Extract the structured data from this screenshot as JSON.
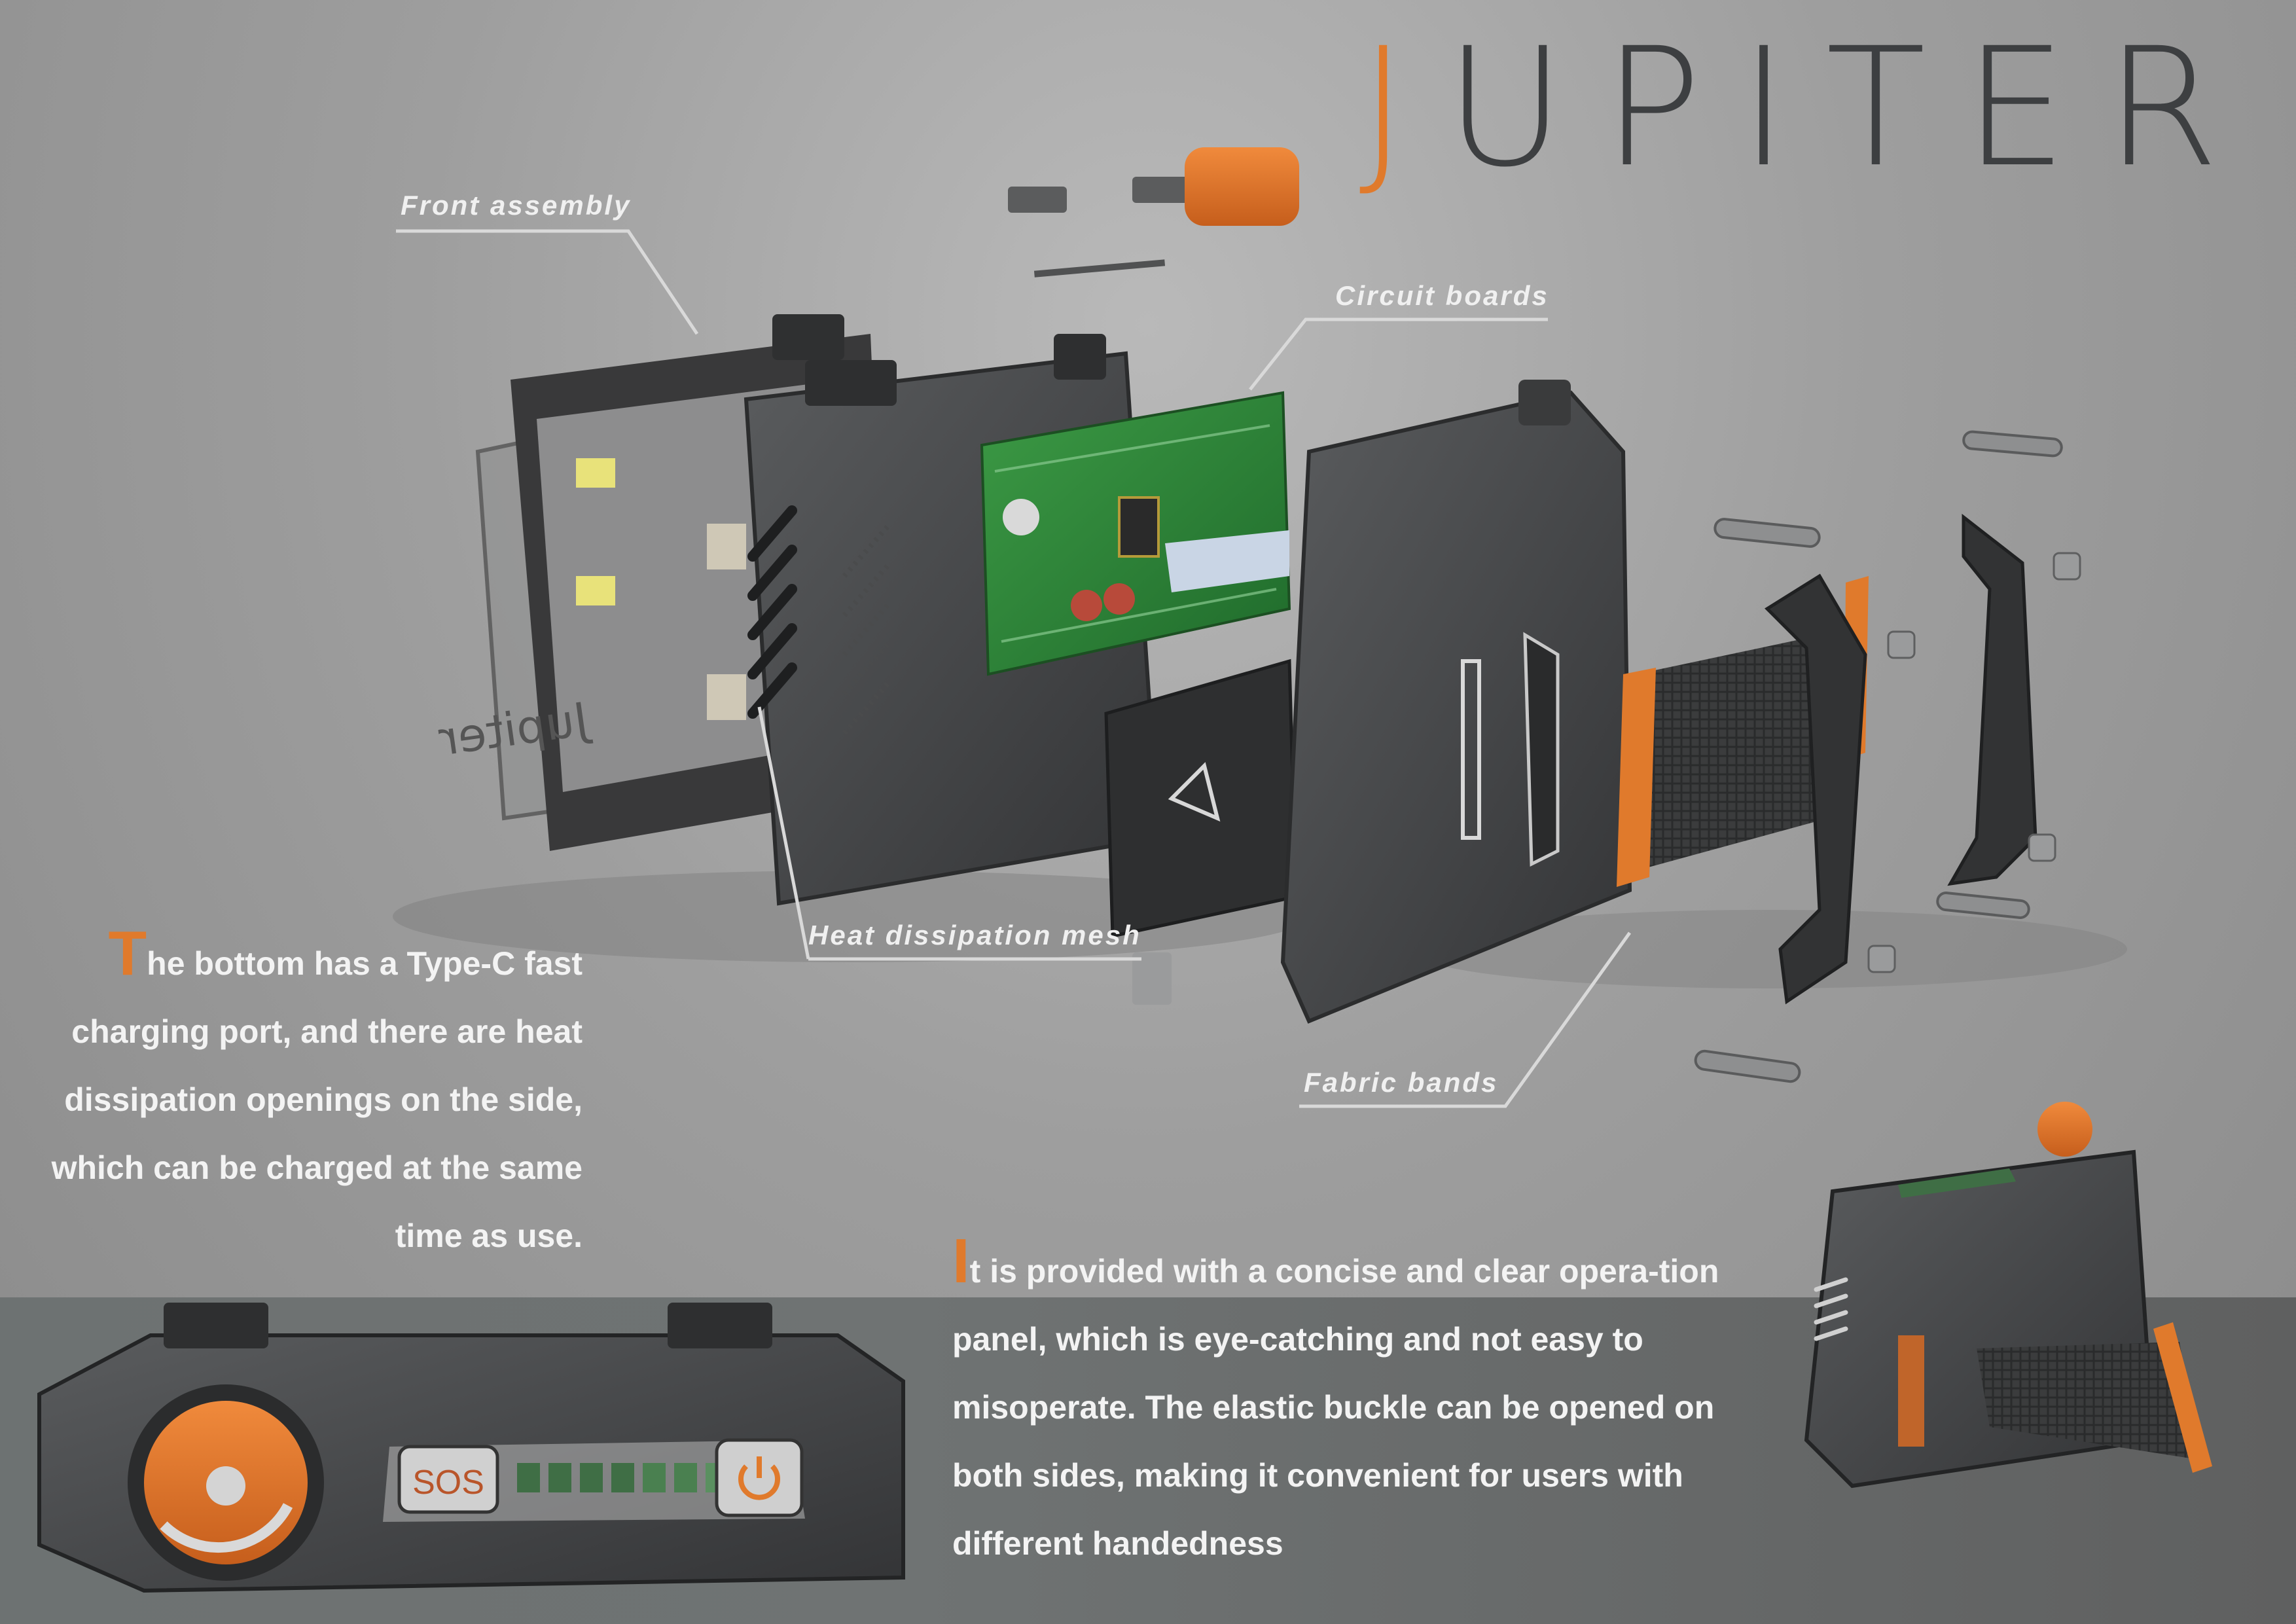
{
  "title": {
    "first_letter": "J",
    "rest": "UPITER"
  },
  "labels": {
    "front_assembly": "Front assembly",
    "circuit_boards": "Circuit boards",
    "heat_dissipation_mesh": "Heat dissipation mesh",
    "fabric_bands": "Fabric bands"
  },
  "paragraphs": {
    "left": {
      "initial": "T",
      "text": "he bottom has a Type-C fast charging port, and there are heat dissipation openings on the side, which can be charged at the same time as use."
    },
    "right": {
      "initial": "I",
      "text": "t is provided with a concise and clear opera-tion panel, which is eye-catching and not easy to misoperate. The elastic buckle can be opened on both sides, making it convenient for users with different handedness"
    }
  },
  "device": {
    "sos_label": "SOS",
    "back_logo_text": "Jupiter",
    "battery_segments": 7
  },
  "colors": {
    "accent": "#e07a2c",
    "body": "#3c3d3e",
    "pcb": "#2f8a3a",
    "band": "#6d7272"
  },
  "icons": [
    "power-icon",
    "brightness-icon",
    "rotate-arrow-icon",
    "warning-icon"
  ]
}
